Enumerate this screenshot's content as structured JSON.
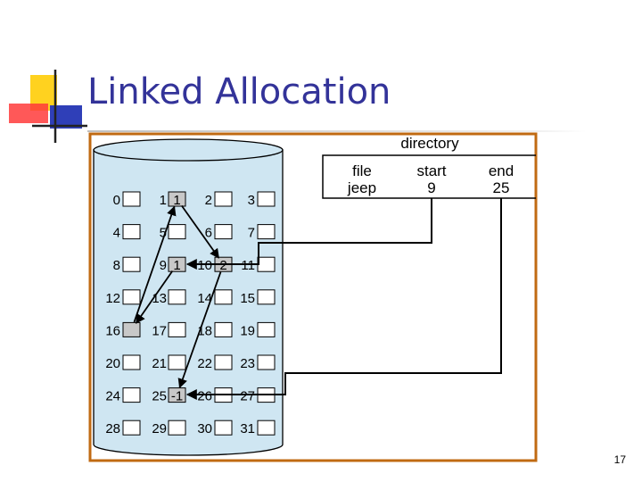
{
  "slide": {
    "title": "Linked Allocation",
    "page_number": "17"
  },
  "colors": {
    "title": "#333399",
    "frame_border": "#c06a12",
    "disk_fill": "#cfe6f2",
    "used_block": "#c8c8c8",
    "logo_yellow": "#ffd21f",
    "logo_red": "#ff3b3b",
    "logo_blue": "#2f3fb8"
  },
  "directory": {
    "label": "directory",
    "headers": [
      "file",
      "start",
      "end"
    ],
    "row": [
      "jeep",
      "9",
      "25"
    ]
  },
  "blocks": [
    {
      "n": "0",
      "v": ""
    },
    {
      "n": "1",
      "v": "1"
    },
    {
      "n": "2",
      "v": ""
    },
    {
      "n": "3",
      "v": ""
    },
    {
      "n": "4",
      "v": ""
    },
    {
      "n": "5",
      "v": ""
    },
    {
      "n": "6",
      "v": ""
    },
    {
      "n": "7",
      "v": ""
    },
    {
      "n": "8",
      "v": ""
    },
    {
      "n": "9",
      "v": "1"
    },
    {
      "n": "10",
      "v": "2"
    },
    {
      "n": "11",
      "v": ""
    },
    {
      "n": "12",
      "v": ""
    },
    {
      "n": "13",
      "v": ""
    },
    {
      "n": "14",
      "v": ""
    },
    {
      "n": "15",
      "v": ""
    },
    {
      "n": "16",
      "v": ""
    },
    {
      "n": "17",
      "v": ""
    },
    {
      "n": "18",
      "v": ""
    },
    {
      "n": "19",
      "v": ""
    },
    {
      "n": "20",
      "v": ""
    },
    {
      "n": "21",
      "v": ""
    },
    {
      "n": "22",
      "v": ""
    },
    {
      "n": "23",
      "v": ""
    },
    {
      "n": "24",
      "v": ""
    },
    {
      "n": "25",
      "v": "-1"
    },
    {
      "n": "26",
      "v": ""
    },
    {
      "n": "27",
      "v": ""
    },
    {
      "n": "28",
      "v": ""
    },
    {
      "n": "29",
      "v": ""
    },
    {
      "n": "30",
      "v": ""
    },
    {
      "n": "31",
      "v": ""
    }
  ],
  "used_blocks": [
    "1",
    "9",
    "10",
    "16",
    "25"
  ],
  "chain": [
    "9",
    "16",
    "1",
    "10",
    "25"
  ]
}
